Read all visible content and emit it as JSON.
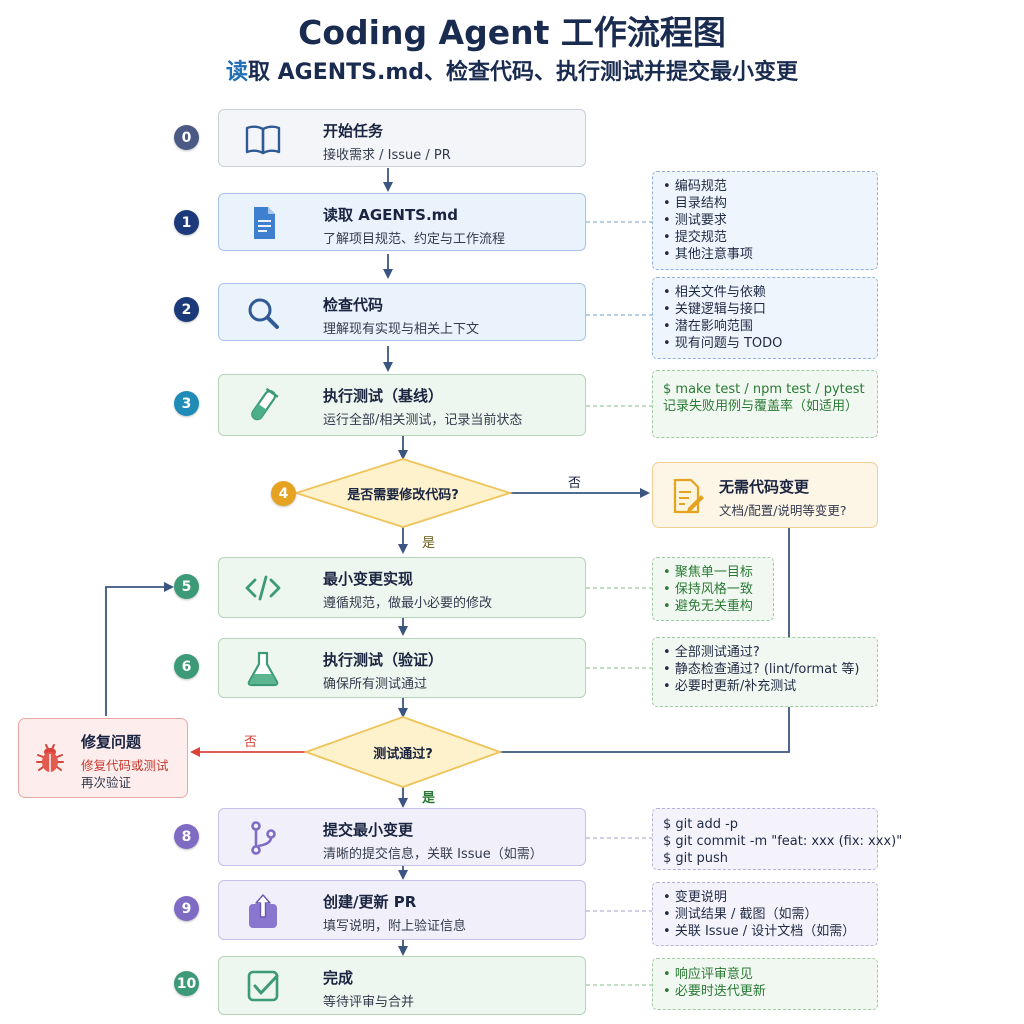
{
  "title": "Coding Agent 工作流程图",
  "subtitle_accent": "读",
  "subtitle_rest": "取 AGENTS.md、检查代码、执行测试并提交最小变更",
  "steps": [
    {
      "num": "0",
      "title": "开始任务",
      "desc": "接收需求 / Issue / PR",
      "icon": "open-book-icon"
    },
    {
      "num": "1",
      "title": "读取 AGENTS.md",
      "desc": "了解项目规范、约定与工作流程",
      "icon": "document-icon"
    },
    {
      "num": "2",
      "title": "检查代码",
      "desc": "理解现有实现与相关上下文",
      "icon": "magnifier-icon"
    },
    {
      "num": "3",
      "title": "执行测试（基线）",
      "desc": "运行全部/相关测试，记录当前状态",
      "icon": "test-tube-icon"
    },
    {
      "num": "5",
      "title": "最小变更实现",
      "desc": "遵循规范，做最小必要的修改",
      "icon": "code-icon"
    },
    {
      "num": "6",
      "title": "执行测试（验证）",
      "desc": "确保所有测试通过",
      "icon": "flask-icon"
    },
    {
      "num": "8",
      "title": "提交最小变更",
      "desc": "清晰的提交信息，关联 Issue（如需）",
      "icon": "git-branch-icon"
    },
    {
      "num": "9",
      "title": "创建/更新 PR",
      "desc": "填写说明，附上验证信息",
      "icon": "upload-icon"
    },
    {
      "num": "10",
      "title": "完成",
      "desc": "等待评审与合并",
      "icon": "checkbox-icon"
    }
  ],
  "decisions": {
    "d4": {
      "num": "4",
      "label": "是否需要修改代码?",
      "no": "否",
      "yes": "是"
    },
    "d7": {
      "label": "测试通过?",
      "no": "否",
      "yes": "是"
    }
  },
  "no_change": {
    "title": "无需代码变更",
    "desc": "文档/配置/说明等变更?"
  },
  "fix": {
    "title": "修复问题",
    "desc1": "修复代码或测试",
    "desc2": "再次验证"
  },
  "notes": {
    "n1": [
      "编码规范",
      "目录结构",
      "测试要求",
      "提交规范",
      "其他注意事项"
    ],
    "n2": [
      "相关文件与依赖",
      "关键逻辑与接口",
      "潜在影响范围",
      "现有问题与 TODO"
    ],
    "n3": [
      "$ make test / npm test / pytest",
      "记录失败用例与覆盖率（如适用）"
    ],
    "n5": [
      "聚焦单一目标",
      "保持风格一致",
      "避免无关重构"
    ],
    "n6": [
      "全部测试通过?",
      "静态检查通过?  (lint/format 等)",
      "必要时更新/补充测试"
    ],
    "n8": [
      "$ git add -p",
      "$ git commit -m \"feat: xxx (fix: xxx)\"",
      "$ git push"
    ],
    "n9": [
      "变更说明",
      "测试结果 / 截图（如需）",
      "关联 Issue / 设计文档（如需）"
    ],
    "n10": [
      "响应评审意见",
      "必要时迭代更新"
    ]
  },
  "colors": {
    "navy": "#1c3a7a",
    "arrow": "#3a5680",
    "no_arrow": "#d9453b",
    "orange": "#e6a322",
    "green": "#3d9a78",
    "purple": "#7f6bc4"
  }
}
